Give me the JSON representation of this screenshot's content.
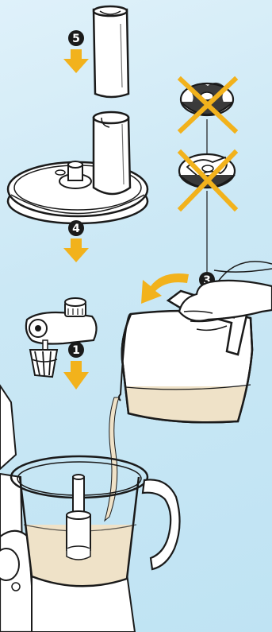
{
  "colors": {
    "background": "#cbe8f5",
    "arrow": "#f2b21c",
    "outline": "#1a1a1a",
    "part_fill": "#ffffff",
    "liquid": "#efe2c8",
    "forbidden_cross": "#f2b21c"
  },
  "steps": [
    {
      "number": "1",
      "part": "whisk-attachment"
    },
    {
      "number": "3",
      "part": "pitcher-pouring"
    },
    {
      "number": "4",
      "part": "bowl-lid"
    },
    {
      "number": "5",
      "part": "pusher"
    }
  ],
  "forbidden_parts": [
    "shredding-disc-icon",
    "slicing-disc-icon"
  ]
}
